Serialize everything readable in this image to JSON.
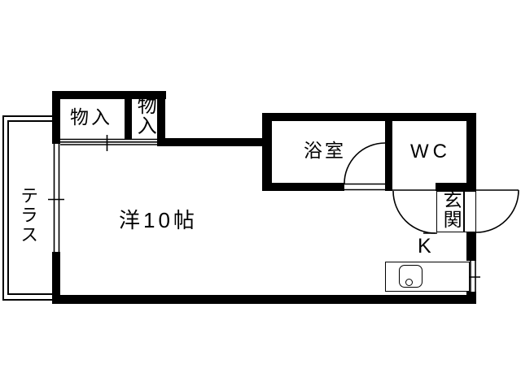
{
  "title": "apartment-floor-plan",
  "colors": {
    "ink": "#000000",
    "background": "#ffffff"
  },
  "rooms": {
    "main_room": {
      "label": "洋10帖"
    },
    "closet_a": {
      "label": "物入"
    },
    "closet_b": {
      "label": "物入"
    },
    "bathroom": {
      "label": "浴室"
    },
    "toilet": {
      "label": "WC"
    },
    "entrance": {
      "label": "玄関"
    },
    "kitchen": {
      "label": "K"
    },
    "terrace": {
      "label": "テラス"
    }
  },
  "icons": {
    "kitchen_sink": "rounded-rect-with-drain-circle",
    "door_swing": "quarter-circle-arc",
    "window": "double-parallel-lines-with-tick"
  }
}
